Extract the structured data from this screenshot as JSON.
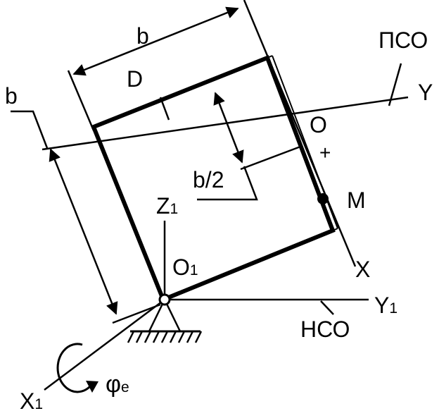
{
  "labels": {
    "b_top": "b",
    "b_left": "b",
    "d": "D",
    "pso": "ПСО",
    "y": "Y",
    "o": "O",
    "plus": "+",
    "b_half": "b/2",
    "m": "M",
    "z1_main": "Z",
    "z1_sub": "1",
    "o1_main": "O",
    "o1_sub": "1",
    "x": "X",
    "y1_main": "Y",
    "y1_sub": "1",
    "nso": "НСО",
    "x1_main": "X",
    "x1_sub": "1",
    "phi_main": "φ",
    "phi_sub": "e"
  }
}
